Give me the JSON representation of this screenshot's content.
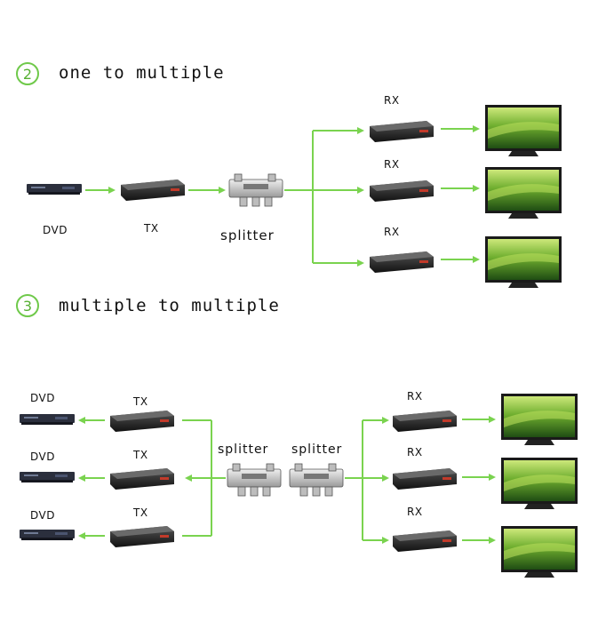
{
  "colors": {
    "accent": "#6fc94a",
    "line": "#7ad34f"
  },
  "section2": {
    "number": "2",
    "title": "one to multiple"
  },
  "section3": {
    "number": "3",
    "title": "multiple to multiple"
  },
  "labels": {
    "dvd": "DVD",
    "tx": "TX",
    "rx": "RX",
    "splitter": "splitter"
  },
  "icons": [
    "dvd-player-icon",
    "tx-extender-icon",
    "splitter-icon",
    "rx-extender-icon",
    "tv-screen-icon"
  ]
}
